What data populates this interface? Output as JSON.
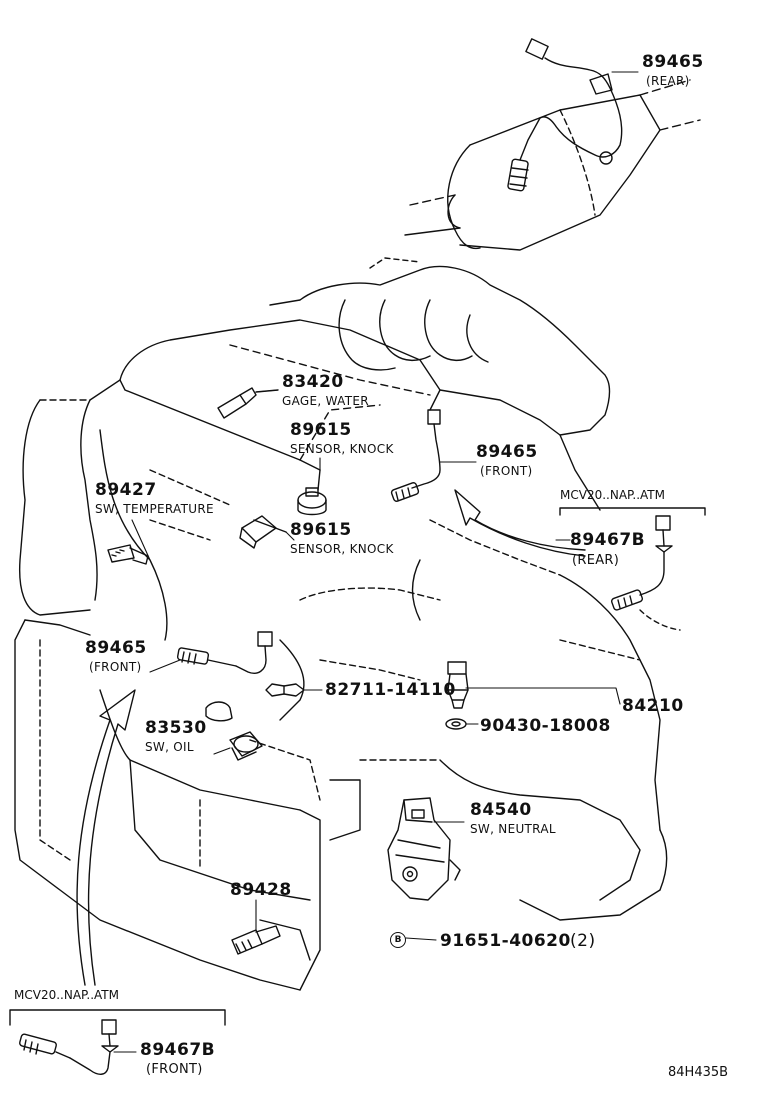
{
  "diagram": {
    "drawing_code": "84H435B",
    "variant_notes": {
      "right": "MCV20..NAP..ATM",
      "bottom_left": "MCV20..NAP..ATM"
    },
    "parts": [
      {
        "id": "p89465_rear",
        "number": "89465",
        "desc": "(REAR)"
      },
      {
        "id": "p83420",
        "number": "83420",
        "desc": "GAGE, WATER"
      },
      {
        "id": "p89615_a",
        "number": "89615",
        "desc": "SENSOR, KNOCK"
      },
      {
        "id": "p89465_front_right",
        "number": "89465",
        "desc": "(FRONT)"
      },
      {
        "id": "p89427",
        "number": "89427",
        "desc": "SW, TEMPERATURE"
      },
      {
        "id": "p89615_b",
        "number": "89615",
        "desc": "SENSOR, KNOCK"
      },
      {
        "id": "p89467b_rear",
        "number": "89467B",
        "desc": "(REAR)"
      },
      {
        "id": "p89465_front_left",
        "number": "89465",
        "desc": "(FRONT)"
      },
      {
        "id": "p82711",
        "number": "82711-14110",
        "desc": ""
      },
      {
        "id": "p84210",
        "number": "84210",
        "desc": ""
      },
      {
        "id": "p83530",
        "number": "83530",
        "desc": "SW, OIL"
      },
      {
        "id": "p90430",
        "number": "90430-18008",
        "desc": ""
      },
      {
        "id": "p84540",
        "number": "84540",
        "desc": "SW, NEUTRAL"
      },
      {
        "id": "p89428",
        "number": "89428",
        "desc": ""
      },
      {
        "id": "p91651",
        "number": "91651-40620",
        "desc": "(2)",
        "marker": "B"
      },
      {
        "id": "p89467b_front",
        "number": "89467B",
        "desc": "(FRONT)"
      }
    ]
  }
}
